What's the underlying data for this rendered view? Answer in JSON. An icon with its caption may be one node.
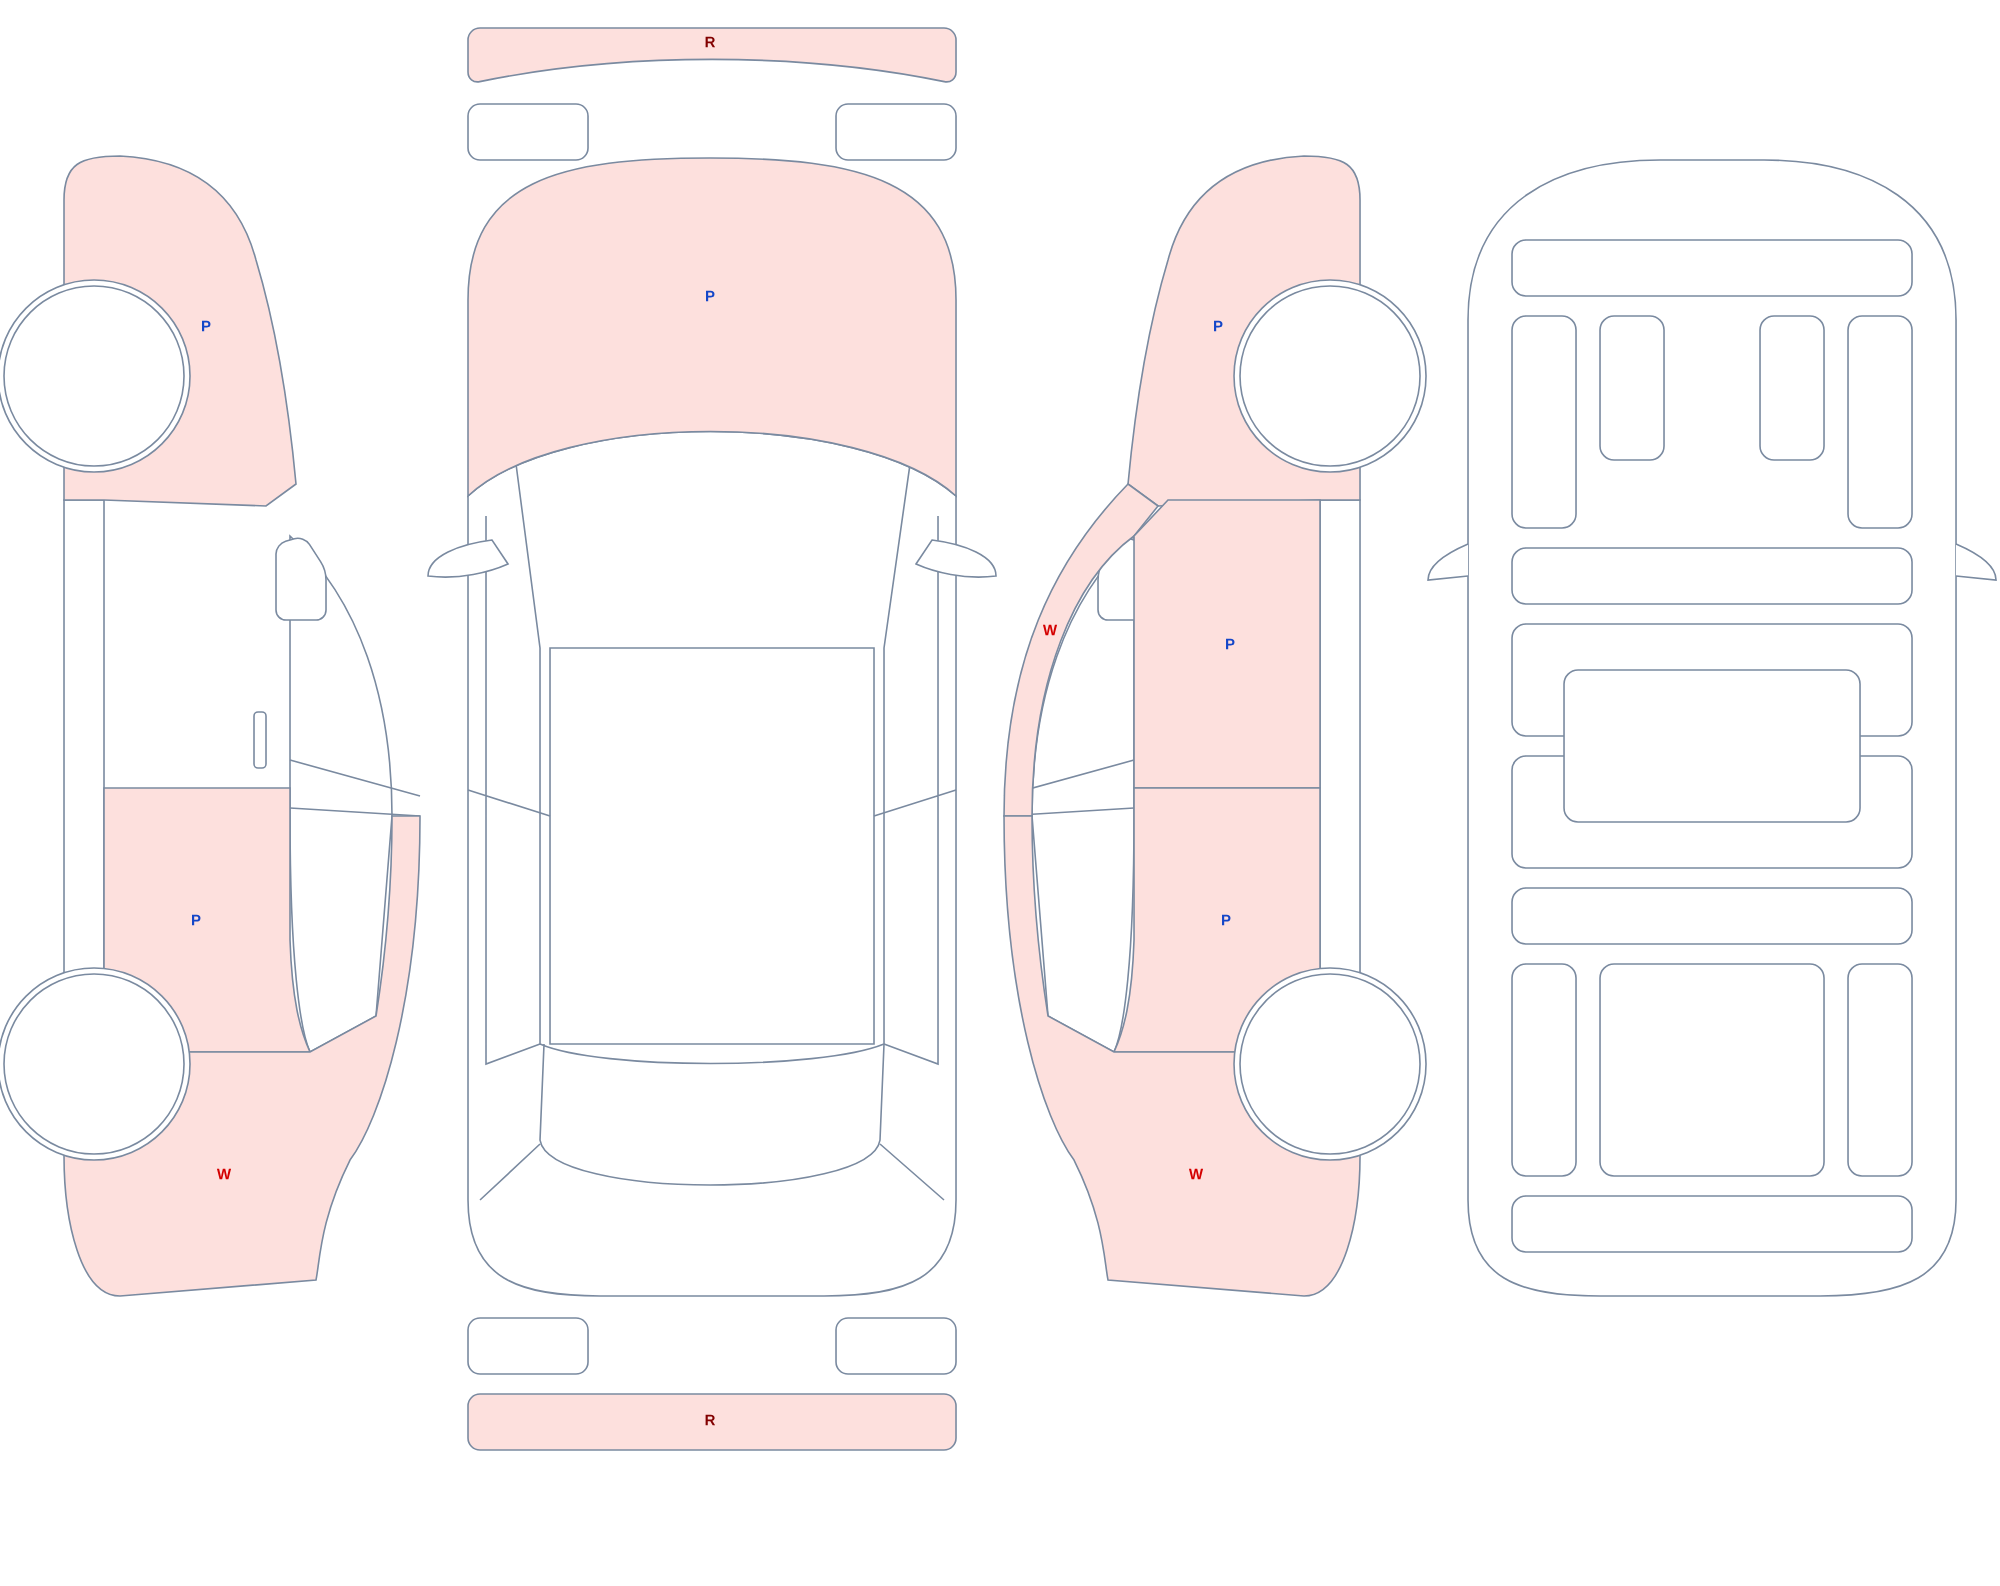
{
  "diagram": {
    "nodes": [
      {
        "text": [
          "R"
        ]
      },
      {
        "text": [
          "P"
        ]
      },
      {
        "text": [
          "P"
        ]
      },
      {
        "text": [
          "P"
        ]
      },
      {
        "text": [
          "W"
        ]
      },
      {
        "text": [
          "P"
        ]
      },
      {
        "text": [
          "P"
        ]
      },
      {
        "text": [
          "P"
        ]
      },
      {
        "text": [
          "W"
        ]
      },
      {
        "text": [
          "W"
        ]
      },
      {
        "text": [
          "R"
        ]
      }
    ]
  }
}
